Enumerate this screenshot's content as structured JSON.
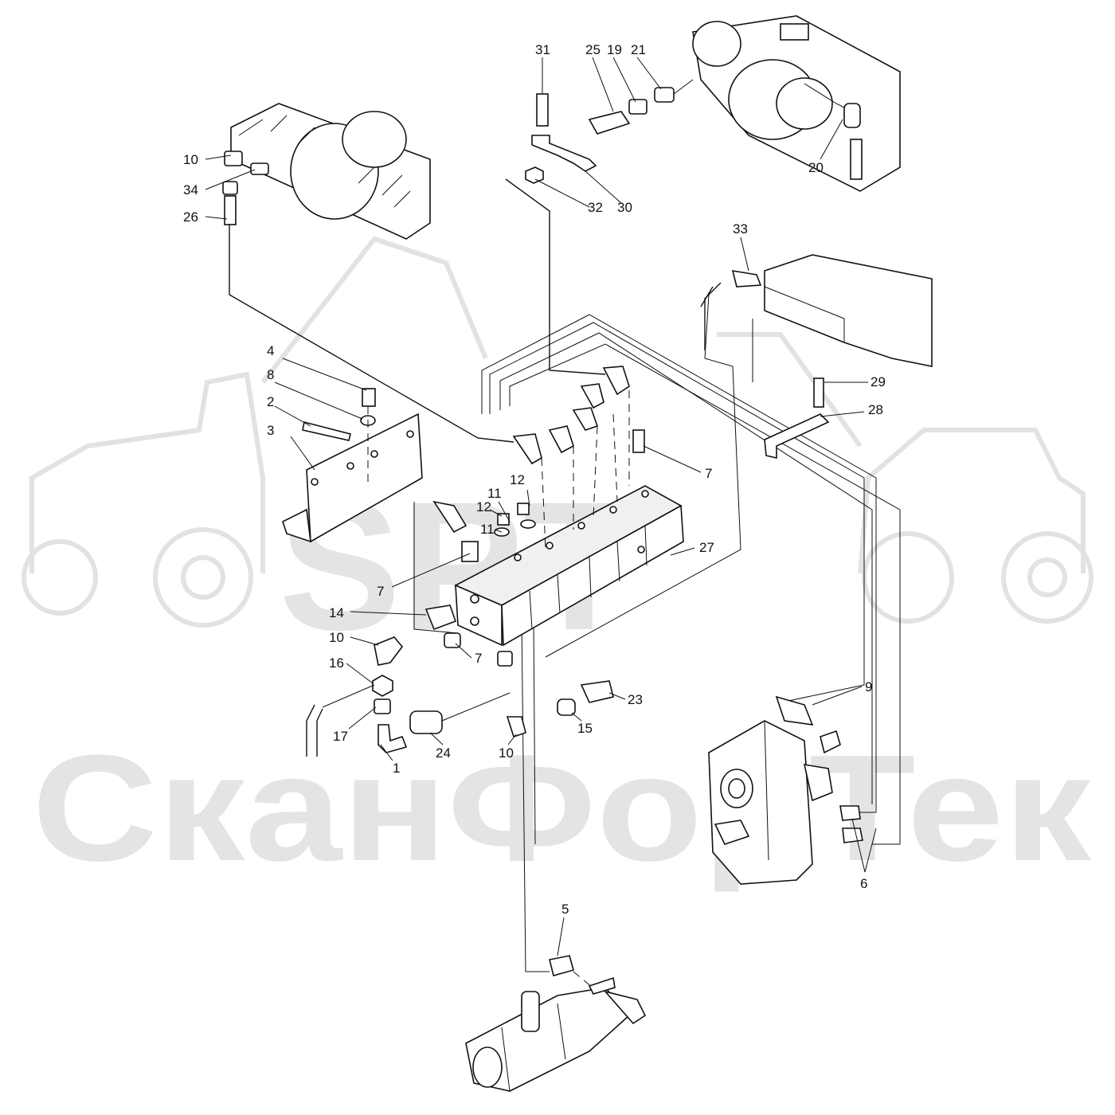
{
  "watermark": {
    "logo_text": "SPT",
    "brand_text": "СканФорТек"
  },
  "callouts": [
    {
      "id": "31",
      "text": "31"
    },
    {
      "id": "25",
      "text": "25"
    },
    {
      "id": "19",
      "text": "19"
    },
    {
      "id": "21",
      "text": "21"
    },
    {
      "id": "10a",
      "text": "10"
    },
    {
      "id": "34",
      "text": "34"
    },
    {
      "id": "26",
      "text": "26"
    },
    {
      "id": "20",
      "text": "20"
    },
    {
      "id": "32",
      "text": "32"
    },
    {
      "id": "30",
      "text": "30"
    },
    {
      "id": "33",
      "text": "33"
    },
    {
      "id": "4",
      "text": "4"
    },
    {
      "id": "8",
      "text": "8"
    },
    {
      "id": "2",
      "text": "2"
    },
    {
      "id": "3",
      "text": "3"
    },
    {
      "id": "29",
      "text": "29"
    },
    {
      "id": "28",
      "text": "28"
    },
    {
      "id": "7a",
      "text": "7"
    },
    {
      "id": "11a",
      "text": "11"
    },
    {
      "id": "12a",
      "text": "12"
    },
    {
      "id": "12b",
      "text": "12"
    },
    {
      "id": "11b",
      "text": "11"
    },
    {
      "id": "27",
      "text": "27"
    },
    {
      "id": "7b",
      "text": "7"
    },
    {
      "id": "14",
      "text": "14"
    },
    {
      "id": "10b",
      "text": "10"
    },
    {
      "id": "7c",
      "text": "7"
    },
    {
      "id": "16",
      "text": "16"
    },
    {
      "id": "23",
      "text": "23"
    },
    {
      "id": "9",
      "text": "9"
    },
    {
      "id": "17",
      "text": "17"
    },
    {
      "id": "15",
      "text": "15"
    },
    {
      "id": "1",
      "text": "1"
    },
    {
      "id": "24",
      "text": "24"
    },
    {
      "id": "10c",
      "text": "10"
    },
    {
      "id": "6",
      "text": "6"
    },
    {
      "id": "5",
      "text": "5"
    }
  ]
}
